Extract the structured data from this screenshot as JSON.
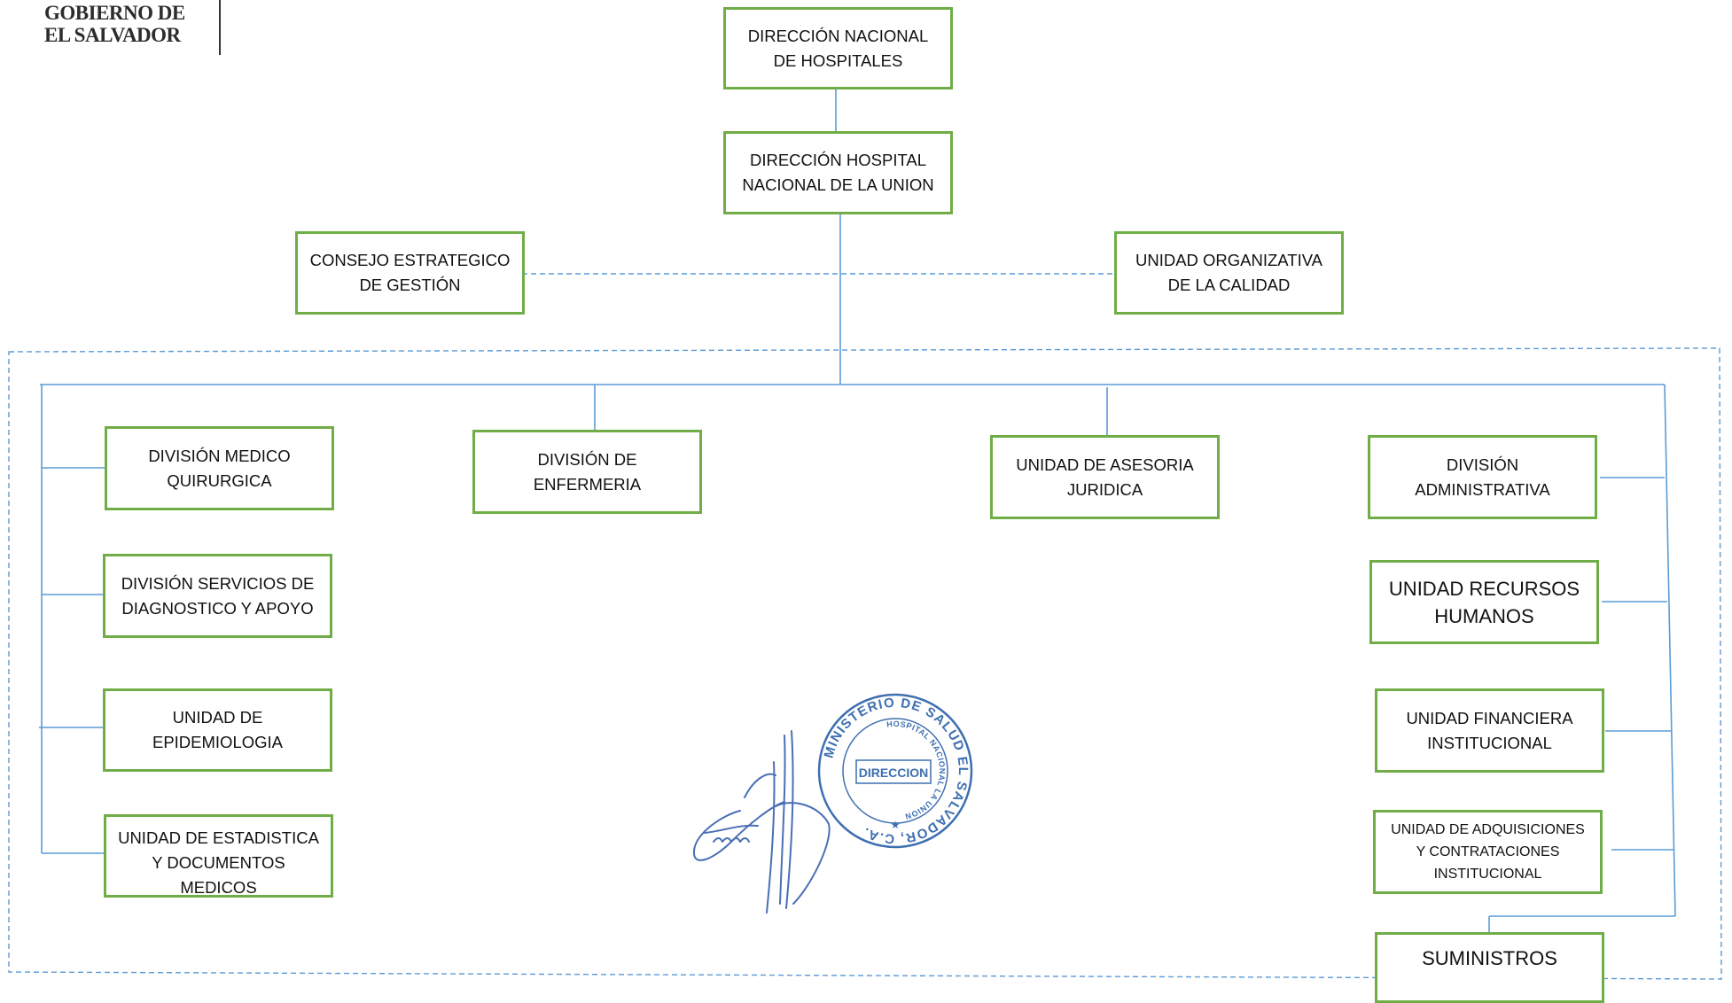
{
  "header": {
    "logo_line1": "GOBIERNO DE",
    "logo_line2": "EL SALVADOR"
  },
  "org_chart": {
    "top": "DIRECCIÓN NACIONAL\nDE HOSPITALES",
    "hospital": "DIRECCIÓN HOSPITAL\nNACIONAL DE LA UNION",
    "advisory_left": "CONSEJO ESTRATEGICO\nDE GESTIÓN",
    "advisory_right": "UNIDAD ORGANIZATIVA\nDE LA CALIDAD",
    "left_column": [
      "DIVISIÓN MEDICO\nQUIRURGICA",
      "DIVISIÓN SERVICIOS DE\nDIAGNOSTICO Y APOYO",
      "UNIDAD DE\nEPIDEMIOLOGIA",
      "UNIDAD DE ESTADISTICA\nY DOCUMENTOS\nMEDICOS"
    ],
    "center_units": [
      "DIVISIÓN DE\nENFERMERIA",
      "UNIDAD DE ASESORIA\nJURIDICA"
    ],
    "right_column": [
      "DIVISIÓN\nADMINISTRATIVA",
      "UNIDAD RECURSOS\nHUMANOS",
      "UNIDAD FINANCIERA\nINSTITUCIONAL",
      "UNIDAD DE ADQUISICIONES\nY CONTRATACIONES\nINSTITUCIONAL"
    ],
    "bottom_unit": "SUMINISTROS"
  },
  "stamp": {
    "outer_text": "MINISTERIO DE SALUD EL SALVADOR, C.A.",
    "inner_text": "HOSPITAL NACIONAL LA UNION",
    "center_text": "DIRECCION"
  },
  "colors": {
    "box_border": "#70ad47",
    "connector": "#5b9bd5",
    "stamp": "#3e6fb0",
    "signature": "#4a6fb5"
  }
}
